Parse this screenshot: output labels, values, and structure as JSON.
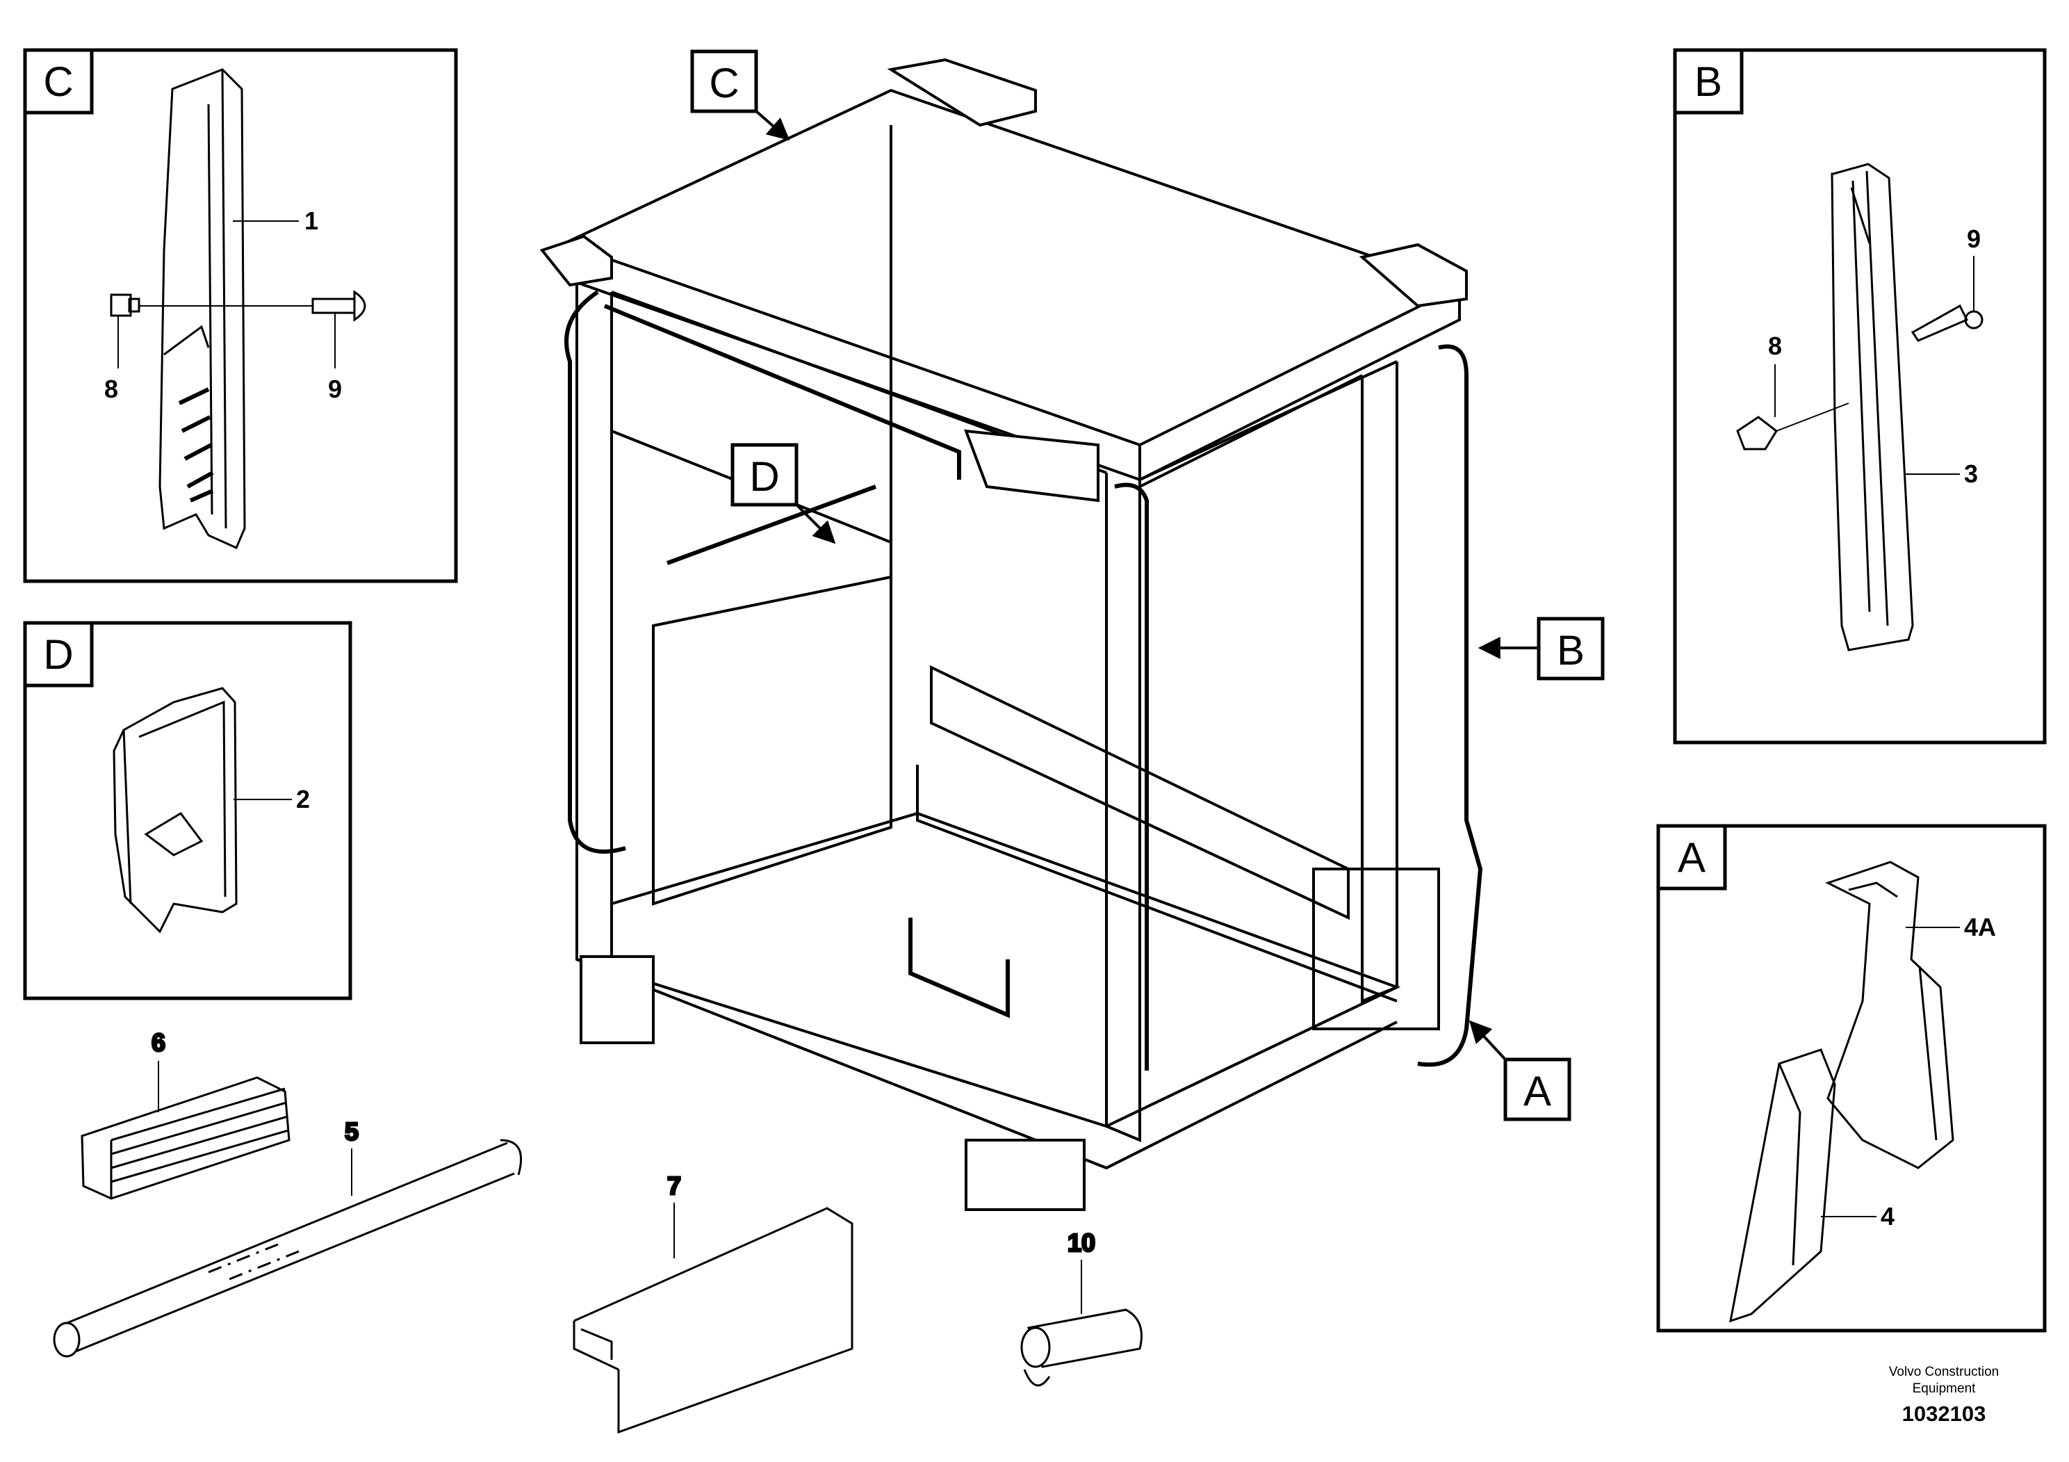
{
  "detail_boxes": {
    "c": {
      "letter": "C",
      "parts": {
        "p1": "1",
        "p8": "8",
        "p9": "9"
      }
    },
    "d": {
      "letter": "D",
      "parts": {
        "p2": "2"
      }
    },
    "b": {
      "letter": "B",
      "parts": {
        "p3": "3",
        "p8": "8",
        "p9": "9"
      }
    },
    "a": {
      "letter": "A",
      "parts": {
        "p4": "4",
        "p4a": "4A"
      }
    }
  },
  "main_pointers": {
    "c": "C",
    "d": "D",
    "b": "B",
    "a": "A"
  },
  "loose_parts": {
    "p5": "5",
    "p6": "6",
    "p7": "7",
    "p10": "10"
  },
  "footer": {
    "maker": "Volvo Construction Equipment",
    "figure_number": "1032103"
  },
  "colors": {
    "line": "#000000",
    "background": "#ffffff"
  }
}
